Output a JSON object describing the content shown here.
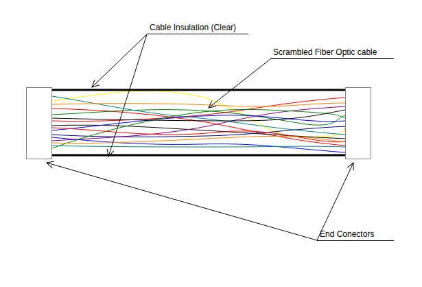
{
  "diagram": {
    "labels": [
      "Cable Insulation (Clear)",
      "Scrambled Fiber Optic cable",
      "End Conectors"
    ]
  }
}
